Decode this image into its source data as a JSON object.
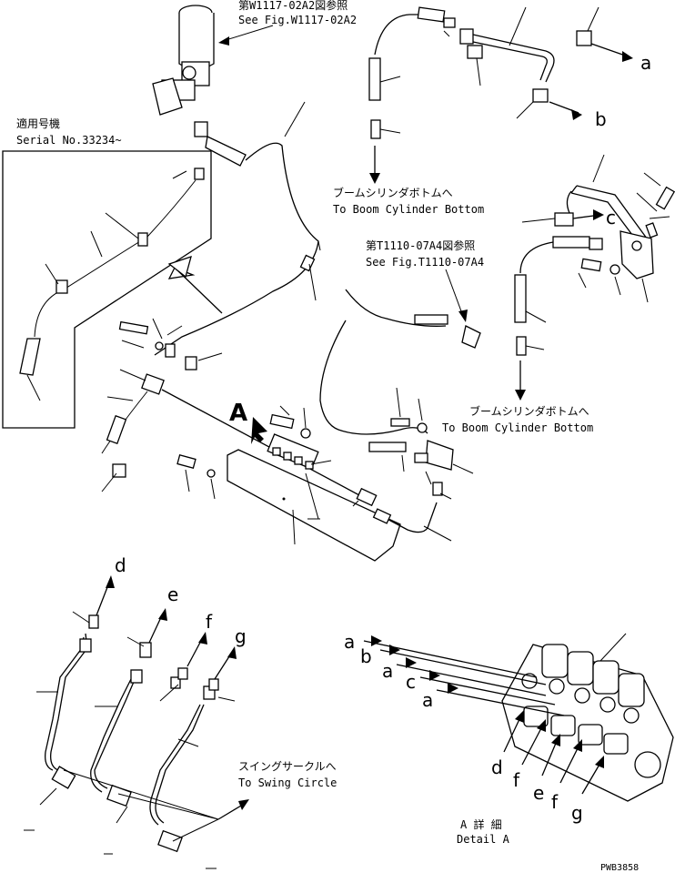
{
  "refs": {
    "top": {
      "jp": "第W1117-02A2図参照",
      "en": "See Fig.W1117-02A2"
    },
    "mid": {
      "jp": "第T1110-07A4図参照",
      "en": "See Fig.T1110-07A4"
    }
  },
  "serial": {
    "jp": "適用号機",
    "en": "Serial No.33234~"
  },
  "boom": {
    "upper": {
      "jp": "ブームシリンダボトムへ",
      "en": "To Boom Cylinder Bottom"
    },
    "lower": {
      "jp": "ブームシリンダボトムへ",
      "en": "To Boom Cylinder Bottom"
    }
  },
  "swing": {
    "jp": "スイングサークルへ",
    "en": "To Swing Circle"
  },
  "detail": {
    "jp": "A 詳 細",
    "en": "Detail A"
  },
  "view_marker": "A",
  "port_letters": {
    "a": "a",
    "b": "b",
    "c": "c",
    "d": "d",
    "e": "e",
    "f": "f",
    "g": "g"
  },
  "code": "PWB3858"
}
